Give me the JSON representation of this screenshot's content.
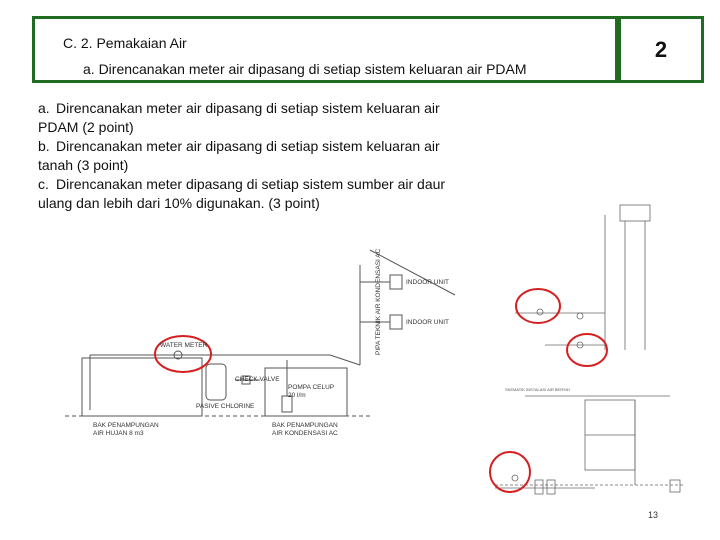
{
  "header": {
    "title": "C. 2. Pemakaian Air",
    "subtitle": "a. Direncanakan meter air dipasang di setiap sistem keluaran air PDAM",
    "number": "2"
  },
  "criteria": [
    {
      "marker": "a.",
      "line1": "Direncanakan meter air dipasang di setiap sistem keluaran air",
      "line2": "PDAM (2 point)"
    },
    {
      "marker": "b.",
      "line1": "Direncanakan meter air dipasang di setiap sistem keluaran air",
      "line2": "tanah (3 point)"
    },
    {
      "marker": "c.",
      "line1": "Direncanakan meter dipasang di setiap sistem sumber air daur",
      "line2": "ulang dan lebih dari 10% digunakan. (3 point)"
    }
  ],
  "diagram_left": {
    "water_meter": "WATER METER",
    "check_valve": "CHECK VALVE",
    "pasive_chlorine": "PASIVE CHLORINE",
    "pompa_line1": "POMPA CELUP",
    "pompa_line2": "20 l/m",
    "bak_hujan_line1": "BAK PENAMPUNGAN",
    "bak_hujan_line2": "AIR HUJAN 8 m3",
    "bak_ac_line1": "BAK PENAMPUNGAN",
    "bak_ac_line2": "AIR KONDENSASI AC",
    "indoor_unit_1": "INDOOR UNIT",
    "indoor_unit_2": "INDOOR UNIT",
    "pipa_label": "PIPA TEKNIK AIR KONDENSASI AC"
  },
  "diagram_right": {
    "schematic_title": "SKEMATIK INSTALASI AIR BERSIH"
  },
  "footer": {
    "page_number": "13"
  },
  "colors": {
    "frame_green": "#1f6b1f",
    "highlight_red": "#d42020"
  }
}
